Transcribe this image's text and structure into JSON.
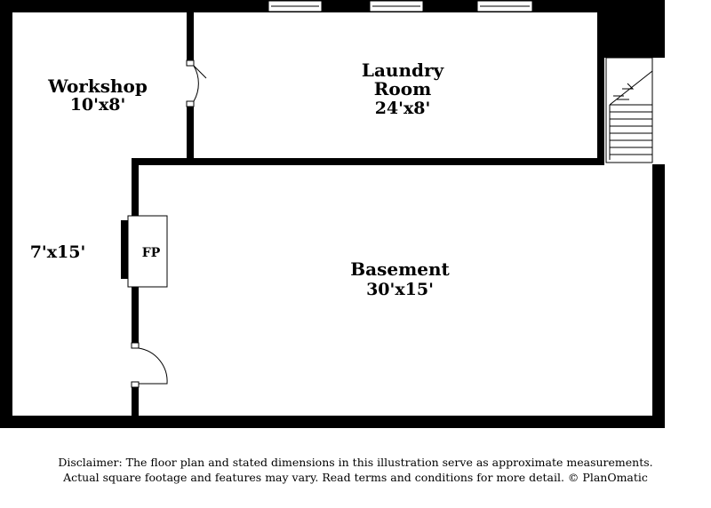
{
  "rooms": {
    "workshop": {
      "name": "Workshop",
      "size": "10'x8'"
    },
    "laundry": {
      "name_line1": "Laundry",
      "name_line2": "Room",
      "size": "24'x8'"
    },
    "hall": {
      "size": "7'x15'"
    },
    "basement": {
      "name": "Basement",
      "size": "30'x15'"
    }
  },
  "fireplace": {
    "label": "FP"
  },
  "disclaimer": {
    "line1": "Disclaimer: The floor plan and stated dimensions in this illustration serve as approximate measurements.",
    "line2": "Actual square footage and features may vary. Read terms and conditions for more detail. © PlanOmatic"
  },
  "colors": {
    "wall": "#000000",
    "background": "#ffffff"
  }
}
